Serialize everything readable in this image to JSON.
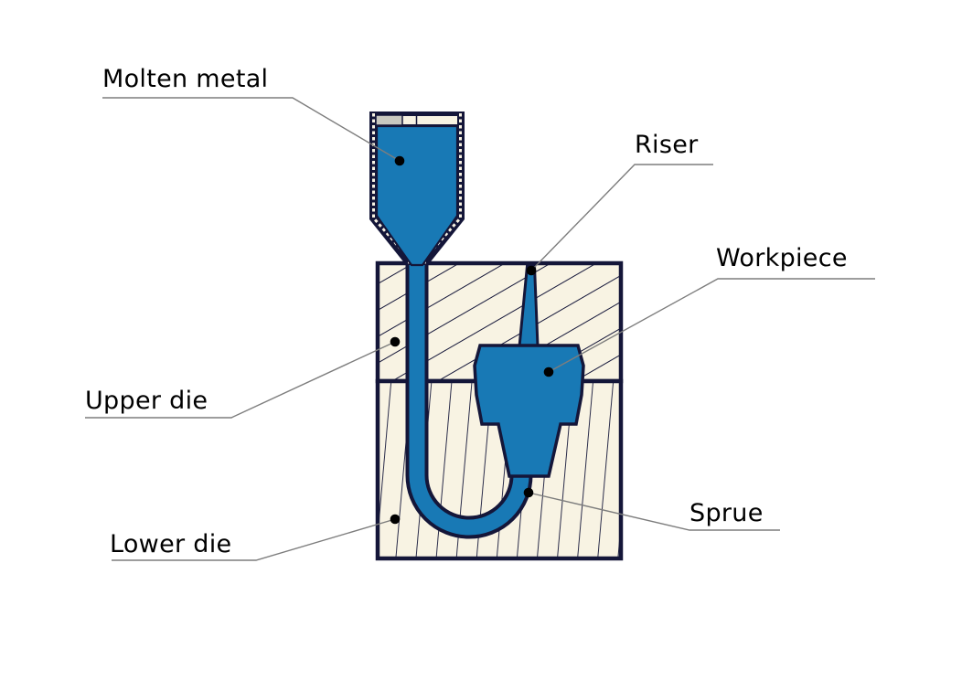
{
  "labels": {
    "molten_metal": {
      "text": "Molten metal"
    },
    "riser": {
      "text": "Riser"
    },
    "workpiece": {
      "text": "Workpiece"
    },
    "upper_die": {
      "text": "Upper die"
    },
    "lower_die": {
      "text": "Lower die"
    },
    "sprue": {
      "text": "Sprue"
    }
  },
  "colors": {
    "metal_blue": "#1879b5",
    "die_cream": "#f8f3e3",
    "outline_navy": "#141639",
    "ladle_gray": "#c9c8c0",
    "leader_gray": "#7d7d7d",
    "label_black": "#000000",
    "background_white": "#ffffff"
  }
}
